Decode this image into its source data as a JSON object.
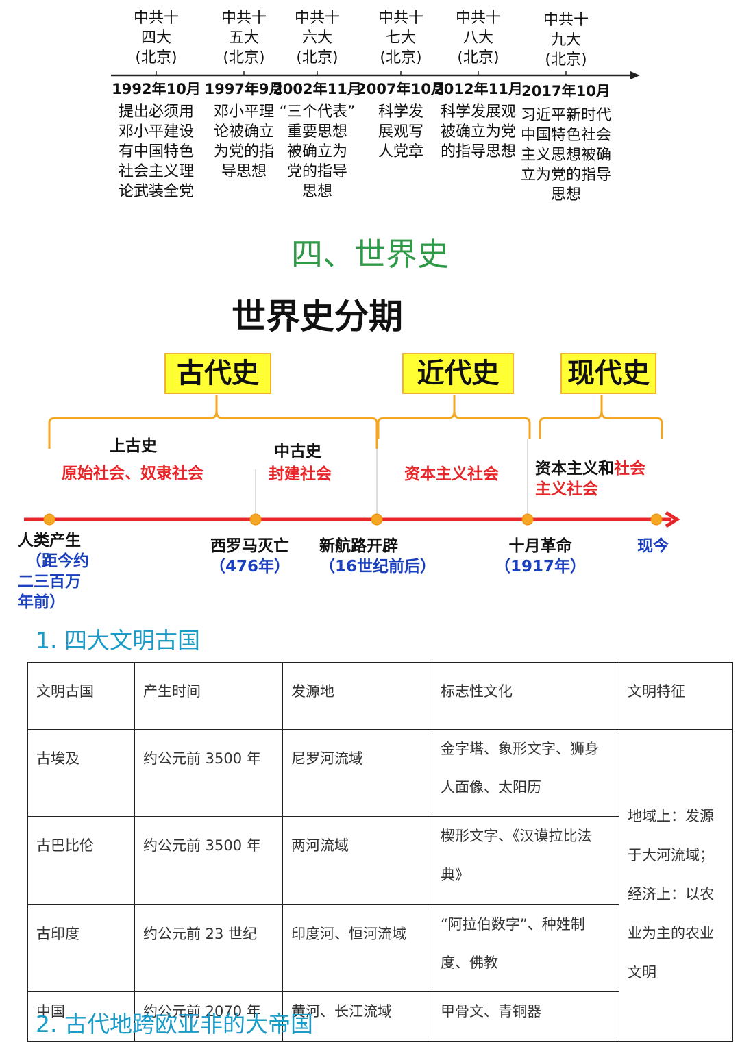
{
  "party_timeline": [
    {
      "congress": [
        "中共十",
        "四大",
        "(北京)"
      ],
      "date": "1992年10月",
      "desc": [
        "提出必须用",
        "邓小平建设",
        "有中国特色",
        "社会主义理",
        "论武装全党"
      ]
    },
    {
      "congress": [
        "中共十",
        "五大",
        "(北京)"
      ],
      "date": "1997年9月",
      "desc": [
        "邓小平理",
        "论被确立",
        "为党的指",
        "导思想"
      ]
    },
    {
      "congress": [
        "中共十",
        "六大",
        "(北京)"
      ],
      "date": "2002年11月",
      "desc": [
        "“三个代表”",
        "重要思想",
        "被确立为",
        "党的指导",
        "思想"
      ]
    },
    {
      "congress": [
        "中共十",
        "七大",
        "(北京)"
      ],
      "date": "2007年10月",
      "desc": [
        "科学发",
        "展观写",
        "人党章"
      ]
    },
    {
      "congress": [
        "中共十",
        "八大",
        "(北京)"
      ],
      "date": "2012年11月",
      "desc": [
        "科学发展观",
        "被确立为党",
        "的指导思想"
      ]
    },
    {
      "congress": [
        "中共十",
        "九大",
        "(北京)"
      ],
      "date": "2017年10月",
      "desc": [
        "习近平新时代",
        "中国特色社会",
        "主义思想被确",
        "立为党的指导",
        "思想"
      ]
    }
  ],
  "section_title": "四、世界史",
  "diagram_title": "世界史分期",
  "periods": [
    "古代史",
    "近代史",
    "现代史"
  ],
  "sub_periods": {
    "shanggu": "上古史",
    "shanggu_society": "原始社会、奴隶社会",
    "zhonggu": "中古史",
    "zhonggu_society": "封建社会",
    "modern_society": "资本主义社会",
    "contemporary_black": "资本主义和",
    "contemporary_red1": "社会",
    "contemporary_red2": "主义社会"
  },
  "events": [
    {
      "name": "人类产生",
      "date": [
        "（距今约",
        "二三百万",
        "年前）"
      ]
    },
    {
      "name": "西罗马灭亡",
      "date": "（476年）"
    },
    {
      "name": "新航路开辟",
      "date": "（16世纪前后）"
    },
    {
      "name": "十月革命",
      "date": "（1917年）"
    },
    {
      "name": "现今"
    }
  ],
  "colors": {
    "green": "#2e9a48",
    "red": "#e8262a",
    "blue": "#1a3fbf",
    "orange": "#f5a623",
    "yellow": "#ffff33",
    "heading_blue": "#1a9bc8"
  },
  "heading1": "1.  四大文明古国",
  "table": {
    "headers": [
      "文明古国",
      "产生时间",
      "发源地",
      "标志性文化",
      "文明特征"
    ],
    "rows": [
      [
        "古埃及",
        "约公元前 3500 年",
        "尼罗河流域",
        "金字塔、象形文字、狮身人面像、太阳历"
      ],
      [
        "古巴比伦",
        "约公元前 3500 年",
        "两河流域",
        "楔形文字、《汉谟拉比法典》"
      ],
      [
        "古印度",
        "约公元前 23 世纪",
        "印度河、恒河流域",
        "“阿拉伯数字”、种姓制度、佛教"
      ],
      [
        "中国",
        "约公元前 2070 年",
        "黄河、长江流域",
        "甲骨文、青铜器"
      ]
    ],
    "feature": "地域上：发源于大河流域；经济上：以农业为主的农业文明"
  },
  "heading2": "2.  古代地跨欧亚非的大帝国"
}
